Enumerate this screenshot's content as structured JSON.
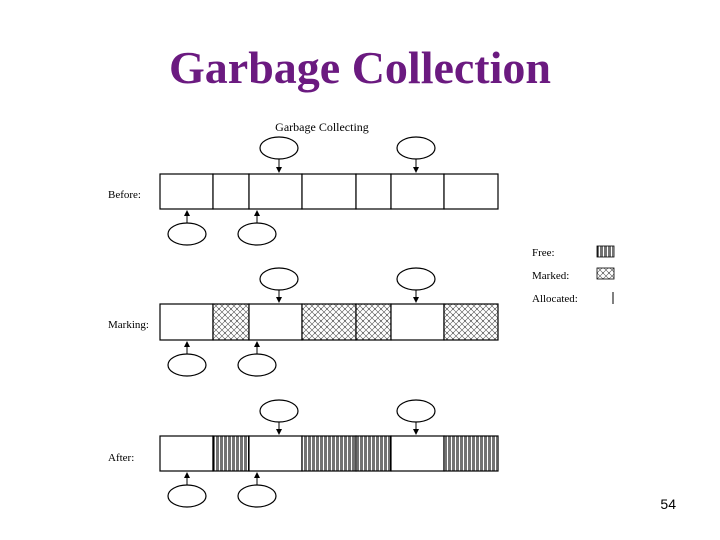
{
  "slide": {
    "title": "Garbage Collection",
    "page_number": "54"
  },
  "diagram": {
    "heading": "Garbage Collecting",
    "legend": [
      {
        "label": "Free:",
        "pattern": "free"
      },
      {
        "label": "Marked:",
        "pattern": "marked"
      },
      {
        "label": "Allocated:",
        "pattern": "allocated"
      }
    ],
    "phases": [
      {
        "label": "Before:",
        "cells": [
          "allocated",
          "allocated",
          "allocated",
          "allocated",
          "allocated",
          "allocated",
          "allocated"
        ]
      },
      {
        "label": "Marking:",
        "cells": [
          "allocated",
          "marked",
          "allocated",
          "marked",
          "marked",
          "allocated",
          "marked"
        ]
      },
      {
        "label": "After:",
        "cells": [
          "allocated",
          "free",
          "allocated",
          "free",
          "free",
          "allocated",
          "free"
        ]
      }
    ]
  }
}
